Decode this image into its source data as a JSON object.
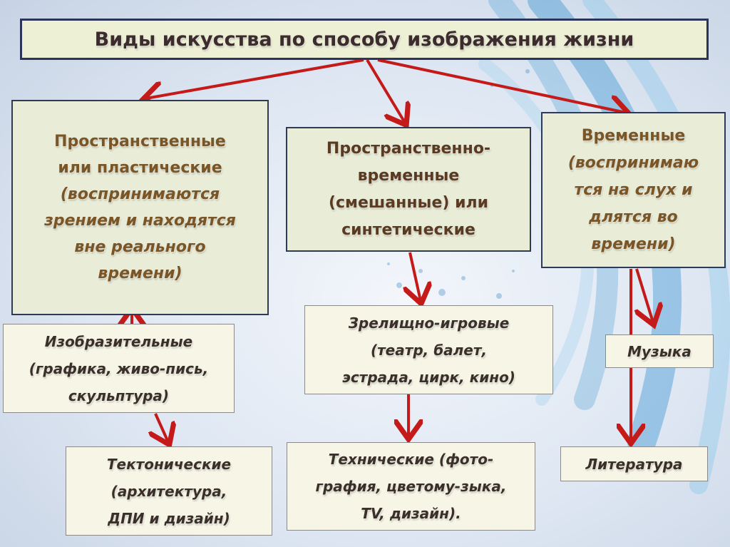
{
  "diagram": {
    "title": "Виды искусства по способу изображения жизни",
    "categories": [
      {
        "label": "Пространственные\nили пластические"
      },
      {
        "label": "Пространственно-\nвременные\n(смешанные) или\nсинтетические"
      },
      {
        "label": "Временные"
      }
    ],
    "notes": {
      "spatial": "(воспринимаются\nзрением и находятся\nвне реального\nвремени)",
      "temporal": "(воспринимаю\nтся на слух и\nдлятся во\nвремени)"
    },
    "subtypes": {
      "fine": "Изобразительные\n(графика, живо-пись,\nскульптура)",
      "spectacle": "Зрелищно-игровые\n(театр, балет,\nэстрада, цирк, кино)",
      "music": "Музыка",
      "tectonic": "Тектонические\n(архитектура,\nДПИ и дизайн)",
      "technical": "Технические (фото-\nграфия, цветому-зыка,\nTV, дизайн).",
      "literature": "Литература"
    }
  },
  "colors": {
    "arrow": "#c41a1a",
    "box_fill": "#e9edd7",
    "box_border": "#2f3a55",
    "heading_text": "#7a5526",
    "leaf_fill": "#f7f6e6"
  }
}
